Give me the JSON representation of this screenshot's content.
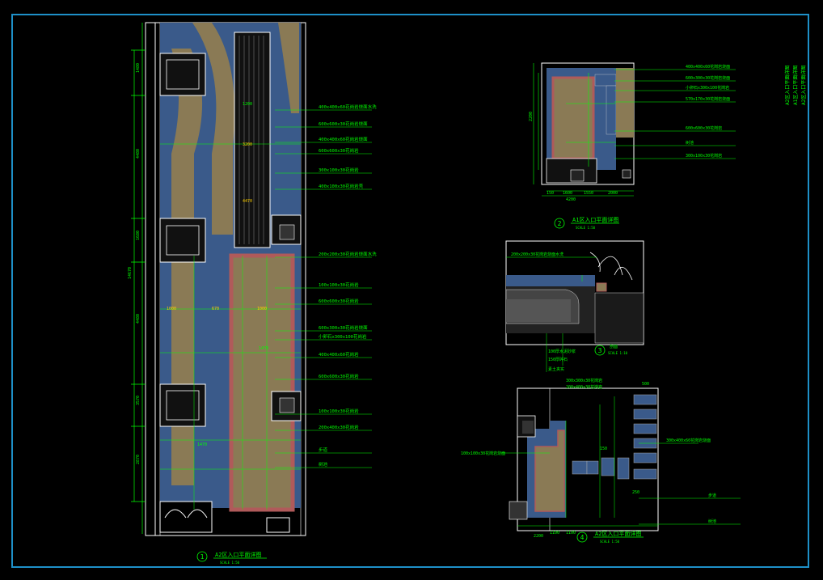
{
  "colors": {
    "background": "#000000",
    "frame": "#1e90c8",
    "dim": "#00ff00",
    "outline": "#ffffff",
    "paving_blue": "#3a5a8a",
    "gravel": "#8a7a55",
    "red_border": "#b05a5a",
    "label": "#00ff00",
    "highlight": "#ff8c00"
  },
  "plan_main": {
    "title": "A2区入口平面详图",
    "scale": "SCALE 1:50",
    "index": "1",
    "dims_left": [
      "1480",
      "4480",
      "1680",
      "4480",
      "3570",
      "2870"
    ],
    "dim_total": "14670",
    "inner_dims": [
      "1200",
      "3200",
      "1000",
      "1470",
      "670",
      "1000",
      "1470",
      "4470"
    ],
    "callouts": [
      "400x400x60花岗岩烧面水洗",
      "600x600x30花岗岩烧面",
      "400x400x60花岗岩烧面",
      "600x600x30花岗岩",
      "300x100x30花岗岩",
      "400x100x30花岗岩壳",
      "200x200x30花岗岩烧面水洗",
      "100x100x30花岗岩",
      "600x600x30花岗岩",
      "600x300x30花岗岩烧面",
      "小卵石x300x100花岗岩",
      "400x400x60花岗岩",
      "600x600x30花岗岩",
      "100x100x30花岗岩",
      "200x400x30花岗岩",
      "步道",
      "树池"
    ]
  },
  "plan_2": {
    "title": "A1区入口平面详图",
    "scale": "SCALE 1:50",
    "index": "2",
    "callouts": [
      "400x400x60花岗岩烧面",
      "600x300x30花岗岩烧面",
      "小卵石x300x100花岗岩",
      "570x170x30花岗岩烧面",
      "600x600x30花岗岩",
      "树池",
      "300x100x30花岗岩"
    ],
    "dims": [
      "2200",
      "150",
      "1600",
      "1550",
      "2000",
      "4200"
    ]
  },
  "section_3": {
    "index": "3",
    "title": "剖面",
    "scale": "SCALE 1:10",
    "callouts": [
      "200x200x30花岗岩烧面水洗",
      "100厚水泥砂浆",
      "150厚碎石",
      "素土夹实"
    ]
  },
  "plan_4": {
    "title": "A2区入口平面详图",
    "scale": "SCALE 1:50",
    "index": "4",
    "callouts": [
      "300x300x30花岗岩",
      "200x400x30花岗岩",
      "100x100x30花岗岩烧面",
      "300x400x60花岗岩烧面",
      "步道",
      "树池"
    ],
    "dims": [
      "2200",
      "1100",
      "1100",
      "500",
      "150",
      "250"
    ]
  },
  "side_notes": [
    "A2区入口平面详图",
    "A1区入口平面详图",
    "A2区入口平面详图"
  ]
}
